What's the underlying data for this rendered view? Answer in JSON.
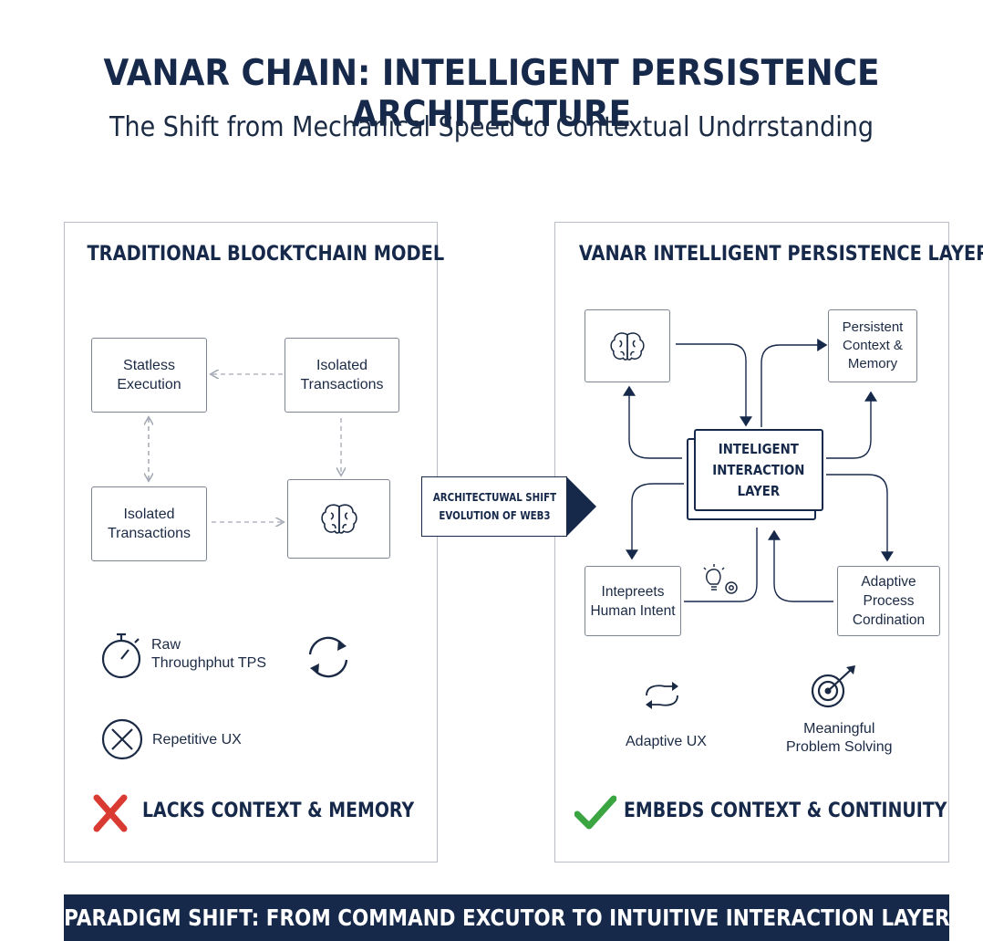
{
  "title": "VANAR CHAIN: INTELLIGENT PERSISTENCE ARCHITECTURE",
  "subtitle": "The Shift from Mechanical Speed to Contextual Undrrstanding",
  "left_panel": {
    "title": "TRADITIONAL BLOCKTCHAIN MODEL",
    "nodes": {
      "stateless": "Statless\nExecution",
      "isolated_top": "Isolated\nTransactions",
      "isolated_bottom": "Isolated\nTransactions"
    },
    "features": {
      "throughput": "Raw\nThroughphut TPS",
      "repetitive": "Repetitive UX"
    },
    "status": "LACKS CONTEXT & MEMORY"
  },
  "shift": {
    "line1": "ARCHITECTUWAL SHIFT",
    "line2": "EVOLUTION OF WEB3"
  },
  "right_panel": {
    "title": "VANAR INTELLIGENT PERSISTENCE LAYER",
    "central": "INTELIGENT\nINTERACTION\nLAYER",
    "nodes": {
      "persistent": "Persistent\nContext &\nMemory",
      "intent": "Intepreets\nHuman Intent",
      "adaptive_process": "Adaptive Process\nCordination"
    },
    "features": {
      "adaptive_ux": "Adaptive UX",
      "problem_solving": "Meaningful\nProblem Solving"
    },
    "status": "EMBEDS CONTEXT & CONTINUITY"
  },
  "banner": "PARADIGM SHIFT: FROM COMMAND EXCUTOR TO INTUITIVE INTERACTION LAYER",
  "colors": {
    "navy": "#17294a",
    "red": "#d93a31",
    "green": "#3aa541",
    "border": "#b9bec6"
  }
}
